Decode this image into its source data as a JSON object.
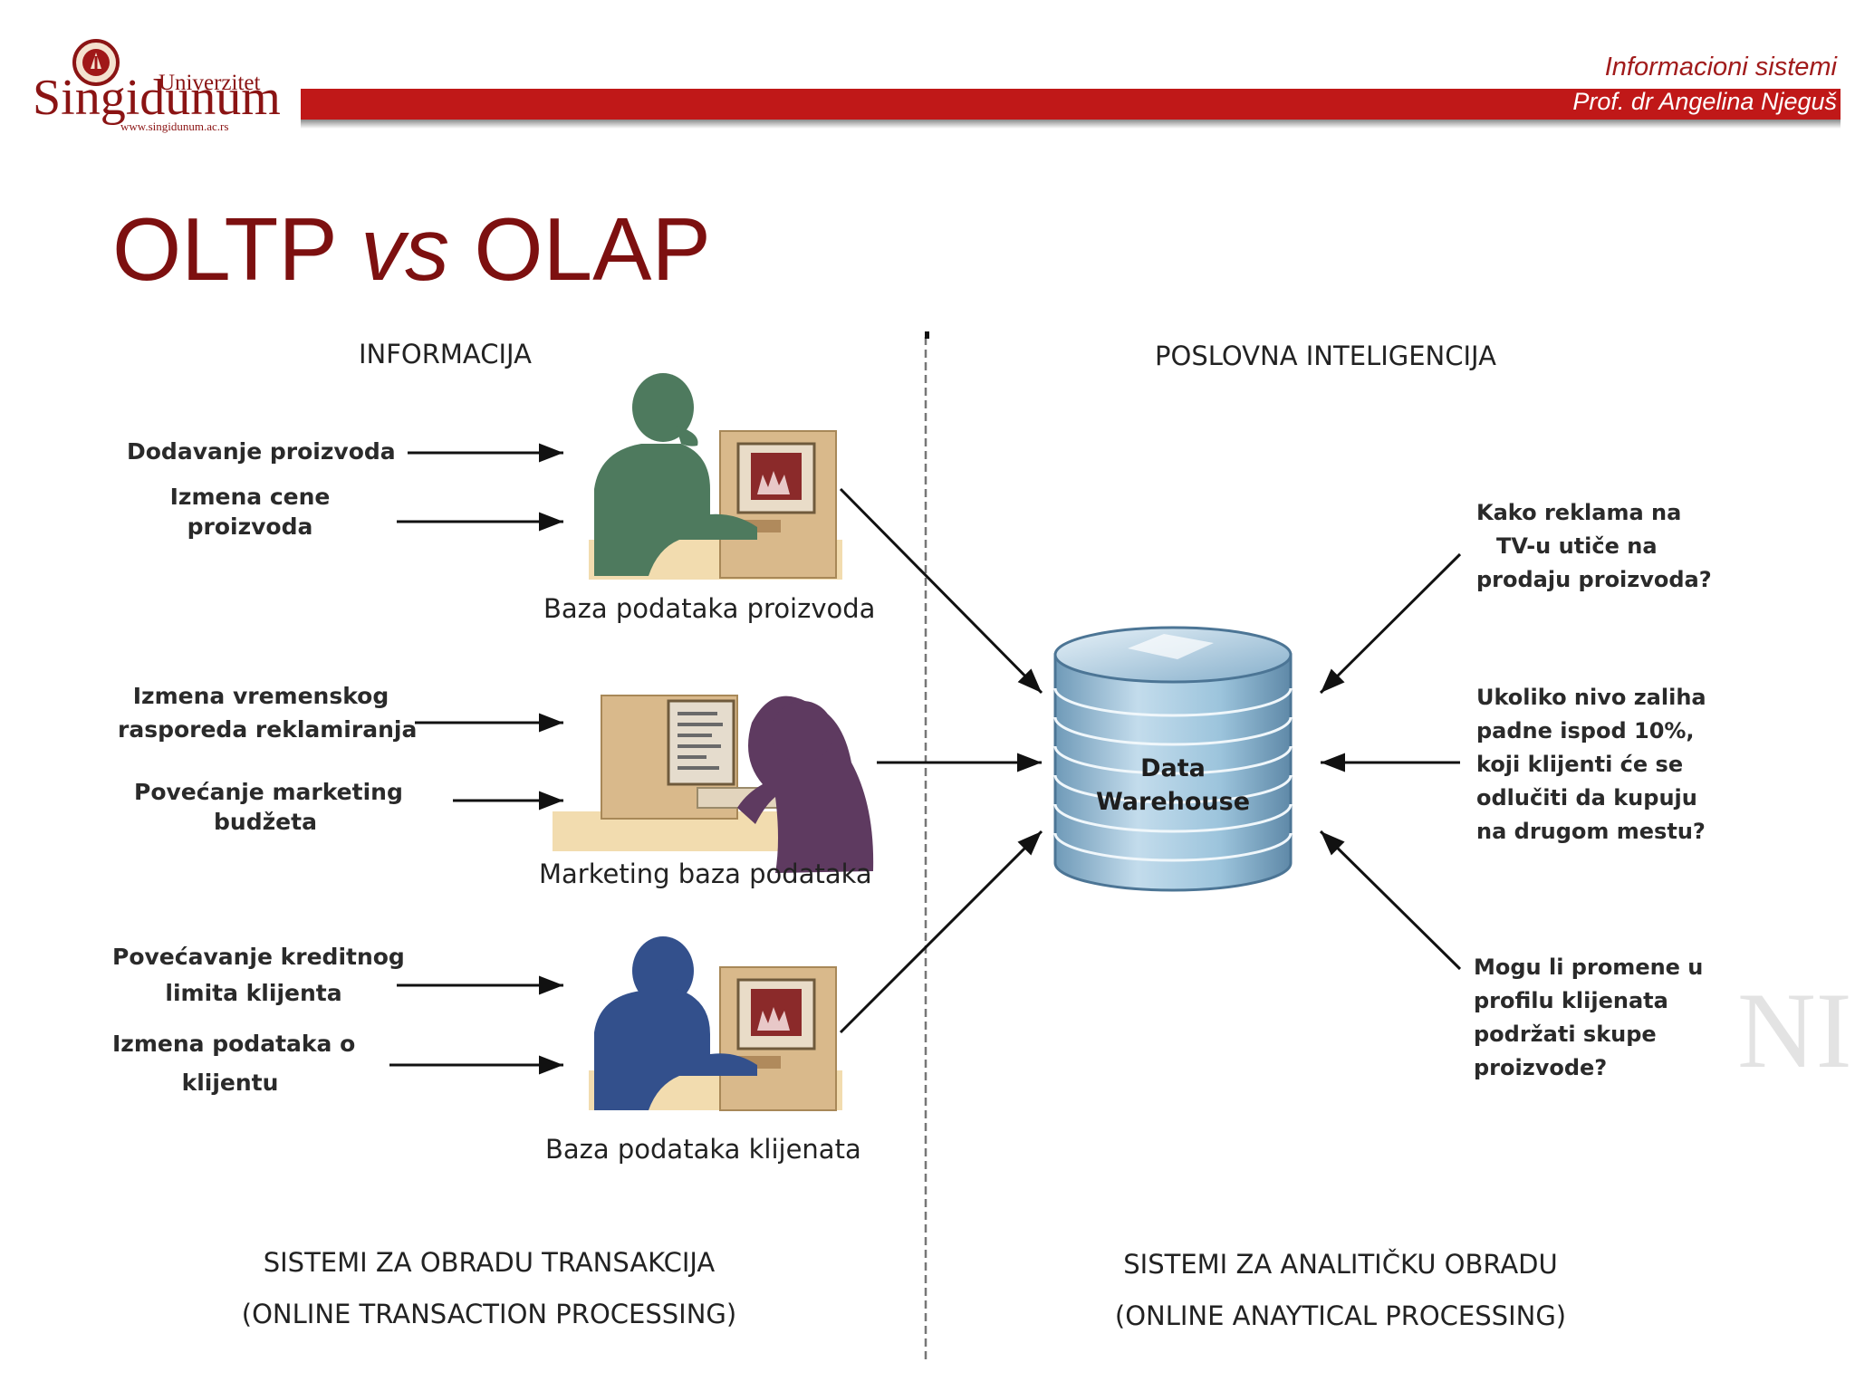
{
  "header": {
    "logo": {
      "university_word": "Univerzitet",
      "name": "Singidunum",
      "url": "www.singidunum.ac.rs",
      "brand_color": "#8b1414"
    },
    "course": "Informacioni sistemi",
    "professor": "Prof. dr Angelina Njeguš",
    "bar_color": "#c01818"
  },
  "title": {
    "part1": "OLTP ",
    "vs": "vs",
    "part2": " OLAP",
    "color": "#7d1010"
  },
  "diagram": {
    "left_heading": "INFORMACIJA",
    "right_heading": "POSLOVNA INTELIGENCIJA",
    "inputs": [
      {
        "line1": "Dodavanje proizvoda",
        "line2": ""
      },
      {
        "line1": "Izmena cene",
        "line2": "proizvoda"
      },
      {
        "line1": "Izmena vremenskog",
        "line2": "rasporeda reklamiranja"
      },
      {
        "line1": "Povećanje marketing",
        "line2": "budžeta"
      },
      {
        "line1": "Povećavanje kreditnog",
        "line2": "limita klijenta"
      },
      {
        "line1": "Izmena podataka o",
        "line2": "klijentu"
      }
    ],
    "databases": [
      {
        "name": "Baza podataka proizvoda",
        "figure_color": "#4e7a5e"
      },
      {
        "name": "Marketing baza podataka",
        "figure_color": "#5e3a60"
      },
      {
        "name": "Baza podataka klijenata",
        "figure_color": "#33508c"
      }
    ],
    "warehouse": {
      "line1": "Data",
      "line2": "Warehouse",
      "color": "#9cc4dc"
    },
    "questions": [
      {
        "lines": [
          "Kako reklama na",
          "TV-u utiče na",
          "prodaju proizvoda?"
        ]
      },
      {
        "lines": [
          "Ukoliko nivo zaliha",
          "padne ispod 10%,",
          "koji klijenti će se",
          "odlučiti da kupuju",
          "na drugom mestu?"
        ]
      },
      {
        "lines": [
          "Mogu li promene u",
          "profilu klijenata",
          "podržati skupe",
          "proizvode?"
        ]
      }
    ],
    "footer_left": {
      "line1": "SISTEMI ZA OBRADU TRANSAKCIJA",
      "line2": "(ONLINE TRANSACTION PROCESSING)"
    },
    "footer_right": {
      "line1": "SISTEMI ZA ANALITIČKU OBRADU",
      "line2": "(ONLINE ANAYTICAL PROCESSING)"
    }
  }
}
